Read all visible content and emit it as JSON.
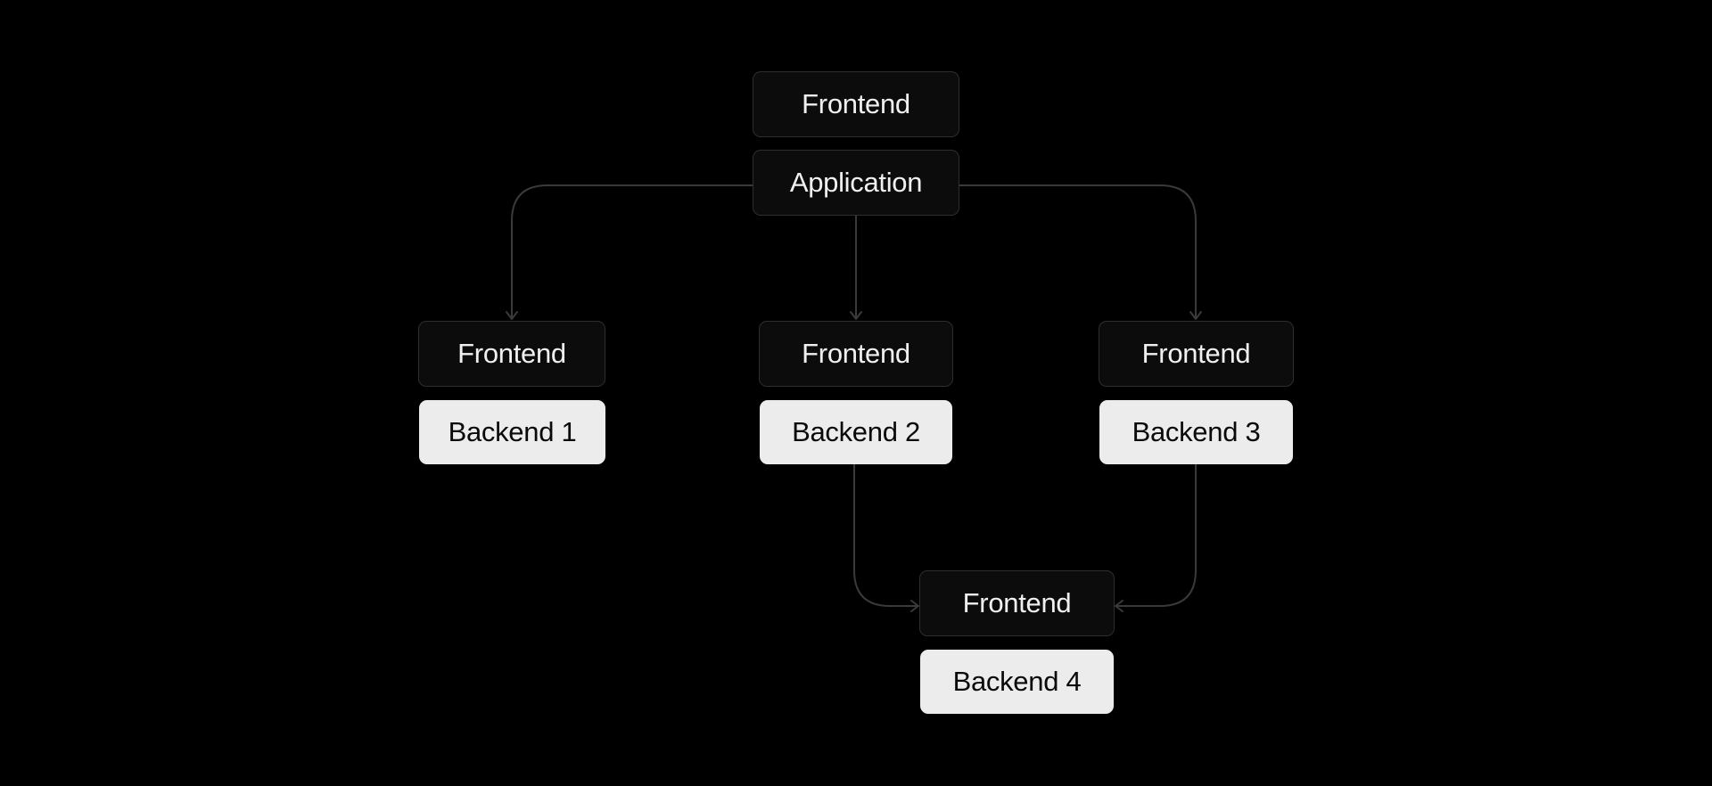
{
  "nodes": {
    "top_frontend": {
      "label": "Frontend"
    },
    "application": {
      "label": "Application"
    },
    "frontend_1": {
      "label": "Frontend"
    },
    "backend_1": {
      "label": "Backend 1"
    },
    "frontend_2": {
      "label": "Frontend"
    },
    "backend_2": {
      "label": "Backend 2"
    },
    "frontend_3": {
      "label": "Frontend"
    },
    "backend_3": {
      "label": "Backend 3"
    },
    "frontend_4": {
      "label": "Frontend"
    },
    "backend_4": {
      "label": "Backend 4"
    }
  },
  "colors": {
    "background": "#000000",
    "dark_node_fill": "#0c0c0c",
    "dark_node_border": "#2e2e2e",
    "light_node_fill": "#ececec",
    "dark_node_text": "#f0f0f0",
    "light_node_text": "#0a0a0a",
    "connector": "#3a3a3a"
  },
  "edges": [
    {
      "from": "application",
      "to": "frontend_1"
    },
    {
      "from": "application",
      "to": "frontend_2"
    },
    {
      "from": "application",
      "to": "frontend_3"
    },
    {
      "from": "backend_2",
      "to": "frontend_4"
    },
    {
      "from": "backend_3",
      "to": "frontend_4"
    }
  ]
}
